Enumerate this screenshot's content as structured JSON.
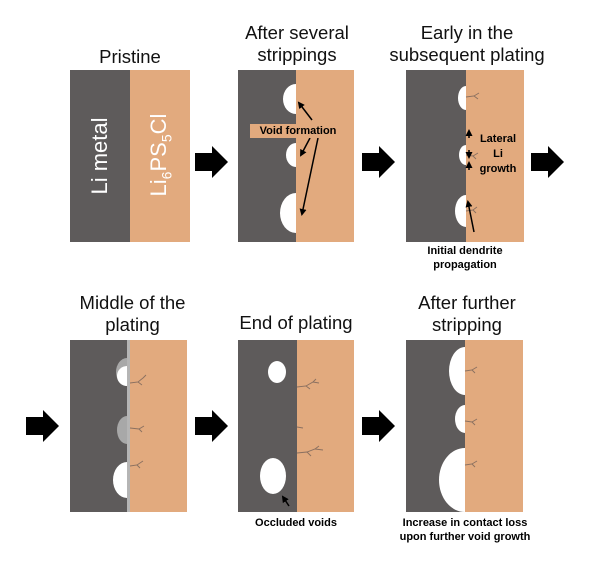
{
  "panels": [
    {
      "title_lines": [
        "Pristine"
      ]
    },
    {
      "title_lines": [
        "After several",
        "strippings"
      ]
    },
    {
      "title_lines": [
        "Early in the",
        "subsequent plating"
      ]
    },
    {
      "title_lines": [
        "Middle of the",
        "plating"
      ]
    },
    {
      "title_lines": [
        "End of plating"
      ]
    },
    {
      "title_lines": [
        "After further",
        "stripping"
      ]
    }
  ],
  "labels": {
    "li_metal": "Li metal",
    "electrolyte": {
      "base": "Li",
      "sub1": "6",
      "mid": "PS",
      "sub2": "5",
      "tail": "Cl"
    }
  },
  "annotations": {
    "void_formation": "Void formation",
    "lateral_li_growth": [
      "Lateral",
      "Li",
      "growth"
    ],
    "initial_dendrite": [
      "Initial dendrite",
      "propagation"
    ],
    "occluded_voids": "Occluded voids",
    "contact_loss": [
      "Increase in contact loss",
      "upon further void growth"
    ]
  },
  "colors": {
    "li_metal": "#5e5b5b",
    "electrolyte": "#e2aa7e",
    "void": "#ffffff",
    "arrow": "#000000",
    "dendrite": "#8a7060"
  }
}
